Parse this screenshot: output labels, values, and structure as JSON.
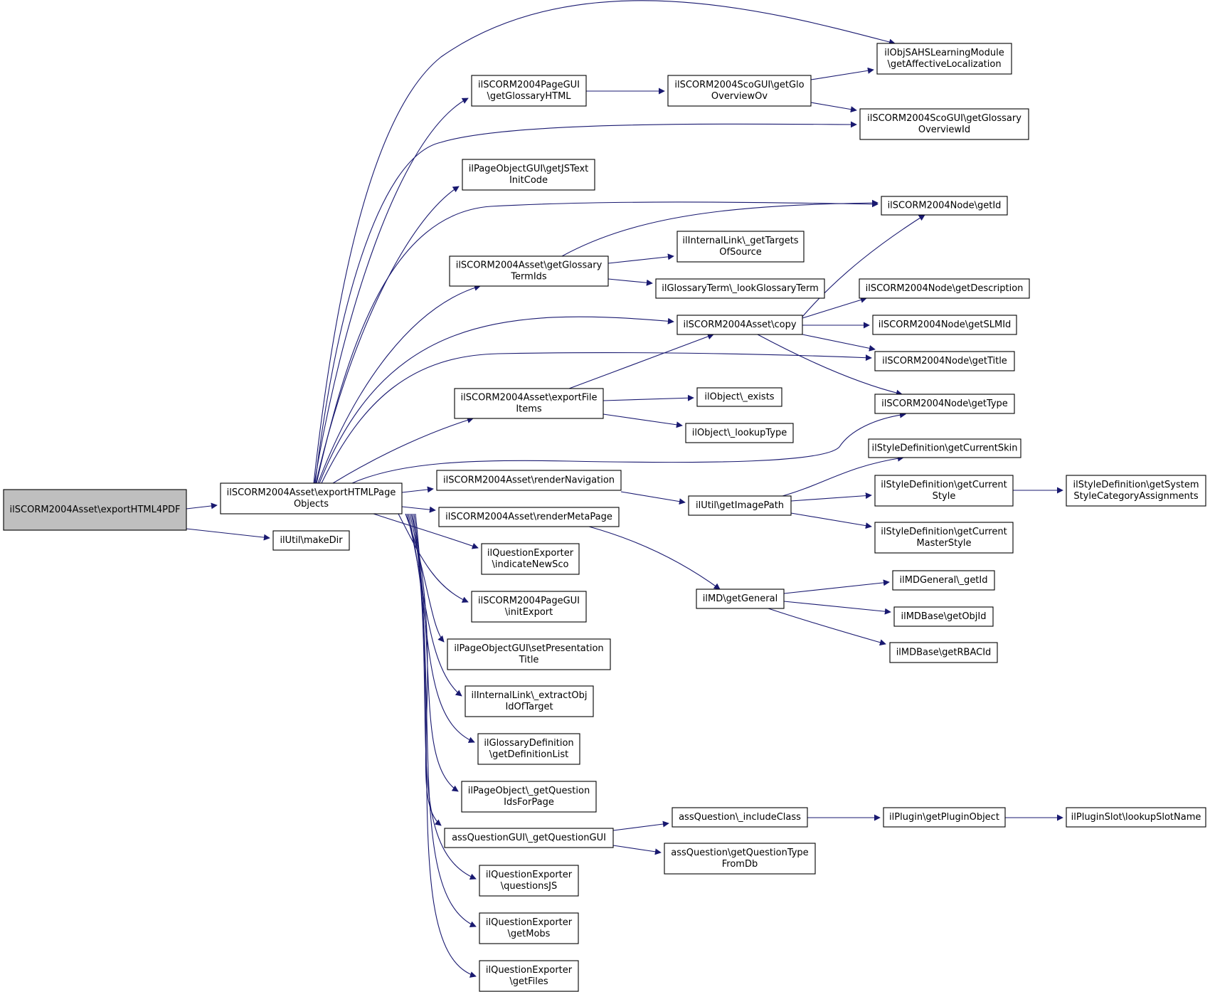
{
  "colors": {
    "edge": "#191970",
    "root_fill": "#bfbfbf",
    "node_fill": "#ffffff",
    "node_border": "#000000"
  },
  "nodes": {
    "root": [
      "ilSCORM2004Asset\\exportHTML4PDF"
    ],
    "expHTML": [
      "ilSCORM2004Asset\\exportHTMLPage",
      "Objects"
    ],
    "makeDir": [
      "ilUtil\\makeDir"
    ],
    "pgGloss": [
      "ilSCORM2004PageGUI",
      "\\getGlossaryHTML"
    ],
    "scoGlo": [
      "ilSCORM2004ScoGUI\\getGlo",
      "OverviewOv"
    ],
    "affLoc": [
      "ilObjSAHSLearningModule",
      "\\getAffectiveLocalization"
    ],
    "scoGlossId": [
      "ilSCORM2004ScoGUI\\getGlossary",
      "OverviewId"
    ],
    "jsInit": [
      "ilPageObjectGUI\\getJSText",
      "InitCode"
    ],
    "nodeId": [
      "ilSCORM2004Node\\getId"
    ],
    "intTargets": [
      "ilInternalLink\\_getTargets",
      "OfSource"
    ],
    "glossTerm": [
      "ilSCORM2004Asset\\getGlossary",
      "TermIds"
    ],
    "lookGloss": [
      "ilGlossaryTerm\\_lookGlossaryTerm"
    ],
    "nodeDesc": [
      "ilSCORM2004Node\\getDescription"
    ],
    "copy": [
      "ilSCORM2004Asset\\copy"
    ],
    "slmId": [
      "ilSCORM2004Node\\getSLMId"
    ],
    "nodeTitle": [
      "ilSCORM2004Node\\getTitle"
    ],
    "expFile": [
      "ilSCORM2004Asset\\exportFile",
      "Items"
    ],
    "objExists": [
      "ilObject\\_exists"
    ],
    "nodeType": [
      "ilSCORM2004Node\\getType"
    ],
    "lookType": [
      "ilObject\\_lookupType"
    ],
    "curSkin": [
      "ilStyleDefinition\\getCurrentSkin"
    ],
    "renderNav": [
      "ilSCORM2004Asset\\renderNavigation"
    ],
    "curStyle": [
      "ilStyleDefinition\\getCurrent",
      "Style"
    ],
    "sysStyle": [
      "ilStyleDefinition\\getSystem",
      "StyleCategoryAssignments"
    ],
    "imgPath": [
      "ilUtil\\getImagePath"
    ],
    "renderMeta": [
      "ilSCORM2004Asset\\renderMetaPage"
    ],
    "curMaster": [
      "ilStyleDefinition\\getCurrent",
      "MasterStyle"
    ],
    "newSco": [
      "ilQuestionExporter",
      "\\indicateNewSco"
    ],
    "mdGetId": [
      "ilMDGeneral\\_getId"
    ],
    "mdGeneral": [
      "ilMD\\getGeneral"
    ],
    "mdObjId": [
      "ilMDBase\\getObjId"
    ],
    "initExport": [
      "ilSCORM2004PageGUI",
      "\\initExport"
    ],
    "rbacId": [
      "ilMDBase\\getRBACId"
    ],
    "presTitle": [
      "ilPageObjectGUI\\setPresentation",
      "Title"
    ],
    "extractObj": [
      "ilInternalLink\\_extractObj",
      "IdOfTarget"
    ],
    "defList": [
      "ilGlossaryDefinition",
      "\\getDefinitionList"
    ],
    "qIds": [
      "ilPageObject\\_getQuestion",
      "IdsForPage"
    ],
    "inclClass": [
      "assQuestion\\_includeClass"
    ],
    "pluginObj": [
      "ilPlugin\\getPluginObject"
    ],
    "slotName": [
      "ilPluginSlot\\lookupSlotName"
    ],
    "qGUI": [
      "assQuestionGUI\\_getQuestionGUI"
    ],
    "qType": [
      "assQuestion\\getQuestionType",
      "FromDb"
    ],
    "qJS": [
      "ilQuestionExporter",
      "\\questionsJS"
    ],
    "mobs": [
      "ilQuestionExporter",
      "\\getMobs"
    ],
    "files": [
      "ilQuestionExporter",
      "\\getFiles"
    ]
  }
}
